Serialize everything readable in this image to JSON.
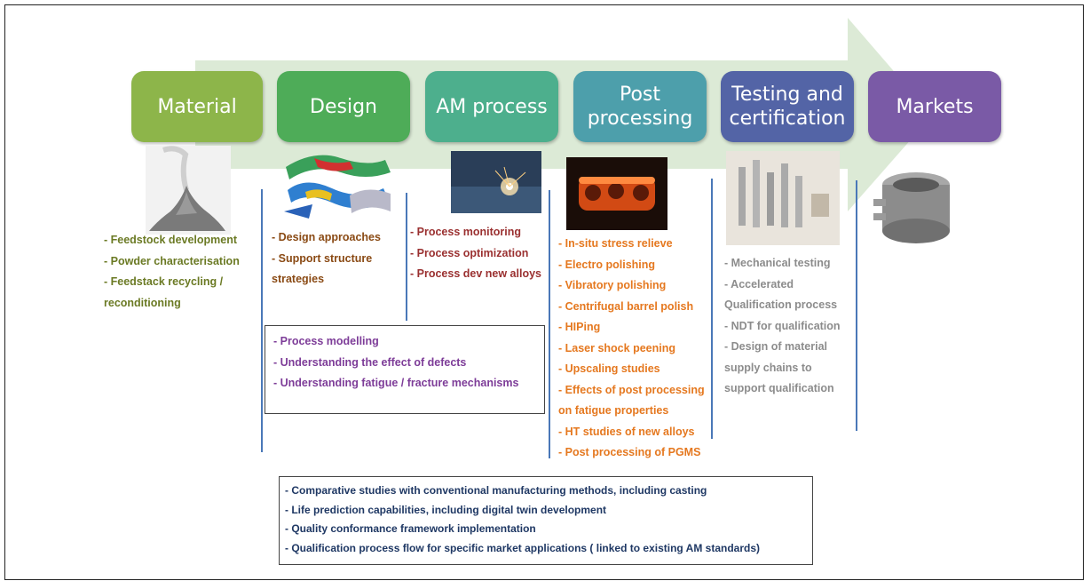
{
  "stages": [
    {
      "label": "Material",
      "color": "#8db54a"
    },
    {
      "label": "Design",
      "color": "#4eac58"
    },
    {
      "label": "AM process",
      "color": "#4daf8d"
    },
    {
      "label": "Post\nprocessing",
      "color": "#4d9fab"
    },
    {
      "label": "Testing and\ncertification",
      "color": "#5364a6"
    },
    {
      "label": "Markets",
      "color": "#7a5aa6"
    }
  ],
  "arrow_color": "#dcead6",
  "material_items": [
    "- Feedstock development",
    "- Powder characterisation",
    "- Feedstack recycling /",
    "reconditioning"
  ],
  "design_items": [
    "- Design approaches",
    "- Support structure",
    "strategies"
  ],
  "am_items": [
    "- Process monitoring",
    "- Process optimization",
    "- Process dev new alloys"
  ],
  "post_items": [
    "- In-situ stress relieve",
    "- Electro polishing",
    "- Vibratory polishing",
    "- Centrifugal barrel polish",
    "- HIPing",
    "- Laser shock peening",
    "- Upscaling studies",
    "- Effects of post processing",
    "on fatigue properties",
    "- HT studies of new alloys",
    "- Post processing of PGMS"
  ],
  "testing_items": [
    "- Mechanical testing",
    "- Accelerated",
    "Qualification process",
    "- NDT for qualification",
    "- Design of material",
    "supply chains to",
    "support qualification"
  ],
  "modelling_items": [
    "- Process modelling",
    "- Understanding the effect of defects",
    "- Understanding fatigue / fracture mechanisms"
  ],
  "crosscutting_items": [
    "- Comparative studies with conventional manufacturing methods, including casting",
    "- Life prediction capabilities, including digital twin development",
    "- Quality conformance framework implementation",
    "- Qualification process flow for specific market applications ( linked to existing AM standards)"
  ],
  "icons": [
    "powder-pour-icon",
    "design-simulation-icon",
    "laser-melt-icon",
    "heat-treated-part-icon",
    "test-specimens-icon",
    "am-housing-part-icon"
  ]
}
